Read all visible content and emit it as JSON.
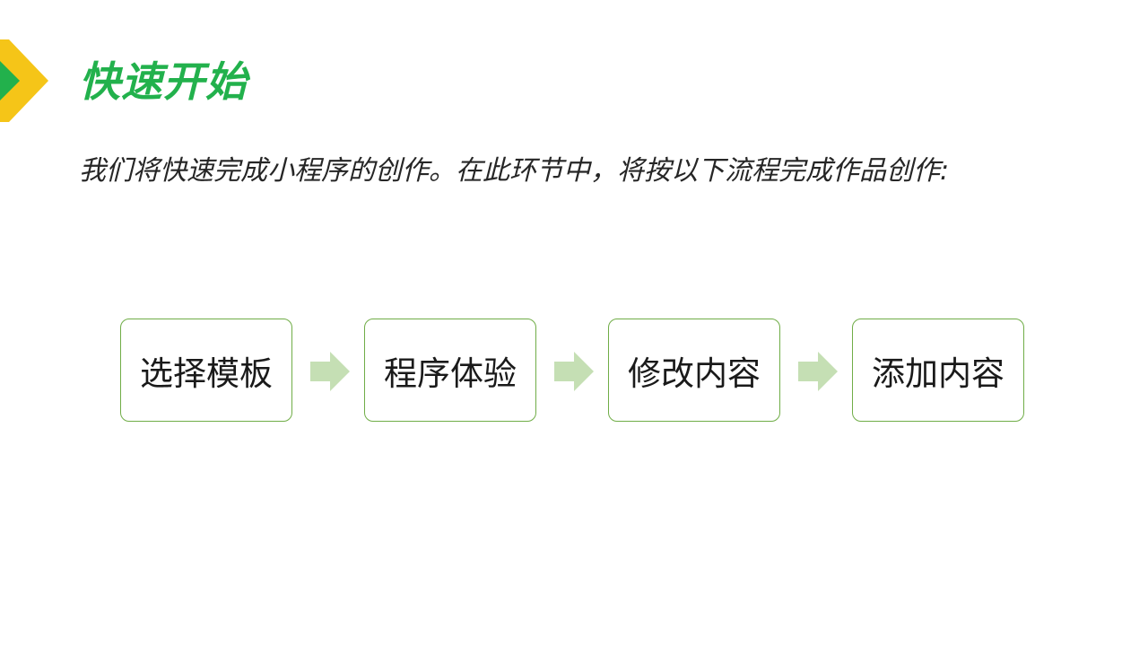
{
  "header": {
    "title": "快速开始"
  },
  "intro": {
    "text": "我们将快速完成小程序的创作。在此环节中，将按以下流程完成作品创作:"
  },
  "flow": {
    "steps": [
      {
        "label": "选择模板"
      },
      {
        "label": "程序体验"
      },
      {
        "label": "修改内容"
      },
      {
        "label": "添加内容"
      }
    ]
  },
  "colors": {
    "title": "#22b14c",
    "accent_yellow": "#f5c518",
    "accent_green": "#22b14c",
    "box_border": "#70ad47",
    "arrow": "#c5dfb4"
  },
  "icons": {
    "corner": "chevron-decoration-icon",
    "flow_arrow": "arrow-right-icon"
  }
}
